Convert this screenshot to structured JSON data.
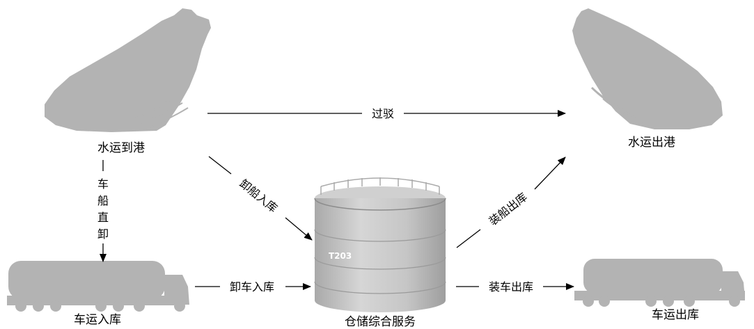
{
  "nodes": {
    "ship_arrival": "水运到港",
    "ship_departure": "水运出港",
    "truck_in": "车运入库",
    "truck_out": "车运出库",
    "storage": "仓储综合服务"
  },
  "edges": {
    "transshipment": "过驳",
    "direct_unload": [
      "车",
      "船",
      "直",
      "卸"
    ],
    "unload_ship_in": "卸船入库",
    "load_ship_out": "装船出库",
    "unload_truck_in": "卸车入库",
    "load_truck_out": "装车出库"
  },
  "tank_id": "T203",
  "colors": {
    "silhouette": "#b3b3b3",
    "tank": "#c4c4c4",
    "line": "#000000"
  }
}
